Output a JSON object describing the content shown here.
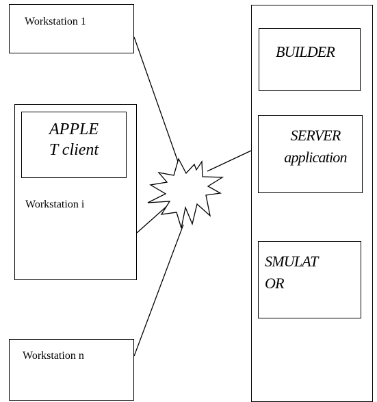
{
  "workstations": {
    "first": "Workstation 1",
    "middle": "Workstation i",
    "last": "Workstation n"
  },
  "client": {
    "line1": "APPLE",
    "line2": "T client"
  },
  "server_column": {
    "builder": "BUILDER",
    "server_line1": "SERVER",
    "server_line2": "application",
    "simulator_line1": "SMULAT",
    "simulator_line2": "OR"
  },
  "network": {
    "icon": "network-burst-icon"
  }
}
